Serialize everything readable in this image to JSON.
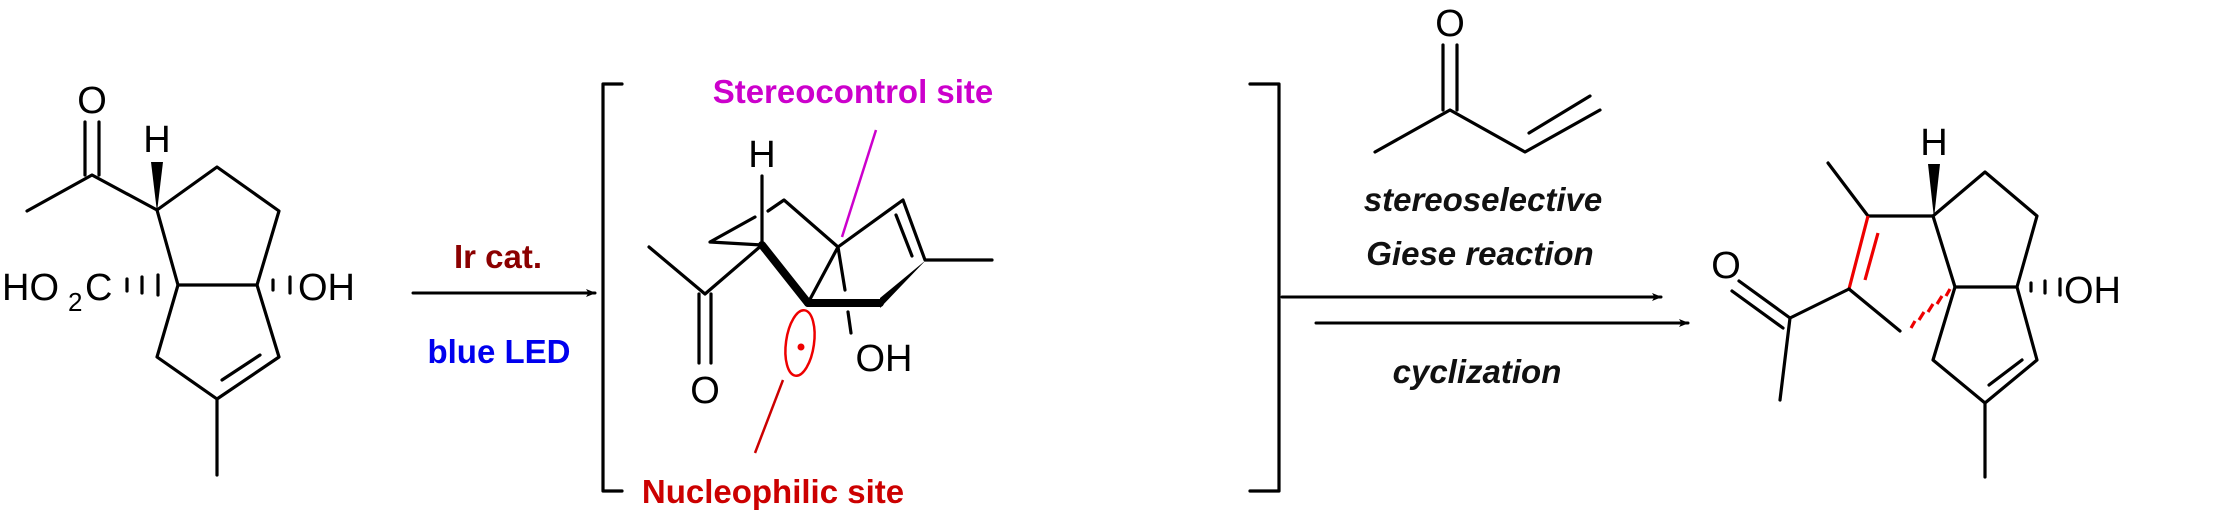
{
  "colors": {
    "ir_cat": "#8b0000",
    "blue_led": "#0000ee",
    "stereocontrol": "#cc00cc",
    "nucleophilic": "#cc0000",
    "new_bonds": "#ee0000"
  },
  "starting_material": {
    "o": "O",
    "h": "H",
    "ho2c_prefix": "HO",
    "ho2c_sub": "2",
    "ho2c_suffix": "C",
    "oh": "OH"
  },
  "step1": {
    "reagent": "Ir cat.",
    "condition": "blue LED"
  },
  "intermediate": {
    "h": "H",
    "o": "O",
    "oh": "OH",
    "stereocontrol_label": "Stereocontrol site",
    "nucleophilic_label": "Nucleophilic site"
  },
  "step2": {
    "reagent_o": "O",
    "line1": "stereoselective",
    "line2": "Giese reaction",
    "line3": "cyclization"
  },
  "product": {
    "h": "H",
    "o": "O",
    "oh": "OH"
  }
}
